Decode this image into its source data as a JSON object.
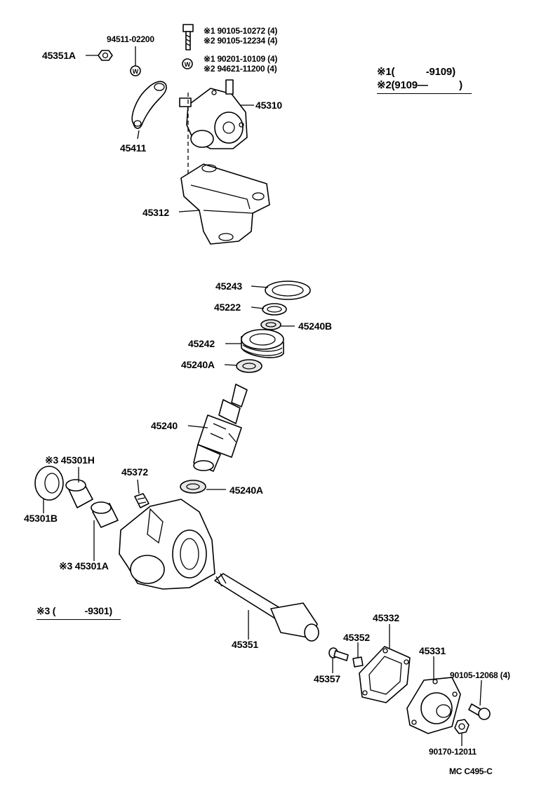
{
  "footnotes": {
    "n1_range": "※1(　　　-9109)",
    "n2_range": "※2(9109—　　　)",
    "n3_range": "※3 (　　　-9301)"
  },
  "labels": {
    "p45351A": "45351A",
    "p9451102200": "94511-02200",
    "p45411": "45411",
    "bolt_a1": "※1 90105-10272 (4)",
    "bolt_a2": "※2 90105-12234 (4)",
    "washer_b1": "※1 90201-10109 (4)",
    "washer_b2": "※2 94621-11200 (4)",
    "p45310": "45310",
    "p45312": "45312",
    "p45243": "45243",
    "p45222": "45222",
    "p45240B": "45240B",
    "p45242": "45242",
    "p45240A_upper": "45240A",
    "p45240": "45240",
    "p45301H": "※3 45301H",
    "p45372": "45372",
    "p45240A_lower": "45240A",
    "p45301B": "45301B",
    "p45301A": "※3 45301A",
    "p45351": "45351",
    "p45332": "45332",
    "p45352": "45352",
    "p45357": "45357",
    "p45331": "45331",
    "p9010512068": "90105-12068 (4)",
    "p9017012011": "90170-12011",
    "diagram_code": "MC C495-C"
  },
  "icons": [
    "washer-w-symbol",
    "bolt",
    "nut"
  ]
}
